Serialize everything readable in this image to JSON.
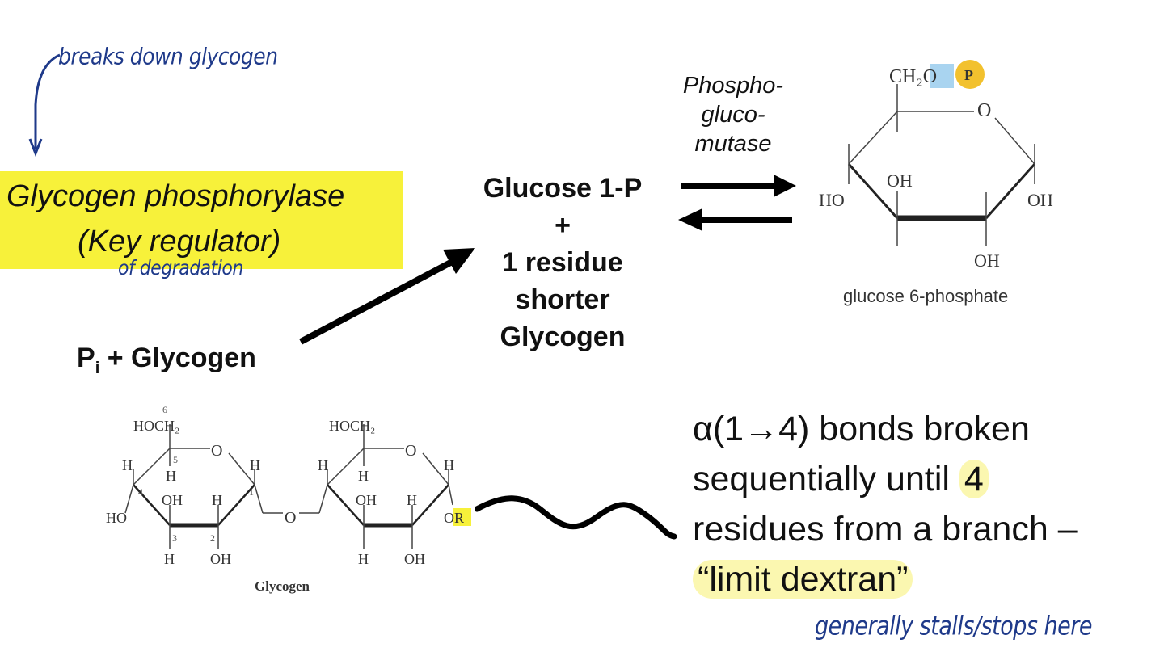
{
  "annotations": {
    "breaks_down": "breaks down glycogen",
    "of_degradation": "of degradation",
    "generally_stalls": "generally stalls/stops here"
  },
  "enzyme": {
    "line1": "Glycogen phosphorylase",
    "line2": "(Key regulator)"
  },
  "reactant": {
    "p": "P",
    "sub": "i",
    "rest": " + Glycogen"
  },
  "products": {
    "line1": "Glucose 1-P",
    "line2": "+",
    "line3": "1 residue",
    "line4": "shorter",
    "line5": "Glycogen"
  },
  "mutase": {
    "line1": "Phospho-",
    "line2": "gluco-",
    "line3": "mutase"
  },
  "g6p": {
    "label": "glucose 6-phosphate",
    "ch2o": "CH₂O",
    "p_badge": "P",
    "ring_o": "O",
    "ho": "HO",
    "oh_mid": "OH",
    "oh_right": "OH",
    "oh_bottom": "OH"
  },
  "glycogen_structure": {
    "label": "Glycogen",
    "hoch2": "HOCH₂",
    "ring_o": "O",
    "bridge_o": "O",
    "ho": "HO",
    "oh": "OH",
    "h": "H",
    "or": "OR",
    "c6": "6",
    "c5": "5",
    "c4": "4",
    "c3": "3",
    "c2": "2",
    "c1": "1"
  },
  "bonds": {
    "line1": "α(1→4) bonds broken",
    "line2_a": "sequentially until ",
    "line2_b": "4",
    "line3": "residues from a branch –",
    "line4": "“limit dextran”"
  },
  "colors": {
    "highlight_yellow": "#f7f13a",
    "pale_highlight": "#fbf7b0",
    "ink_blue": "#1f3a8a",
    "phosphate_orange": "#f2c12e",
    "oxygen_highlight": "#a9d4f0"
  }
}
